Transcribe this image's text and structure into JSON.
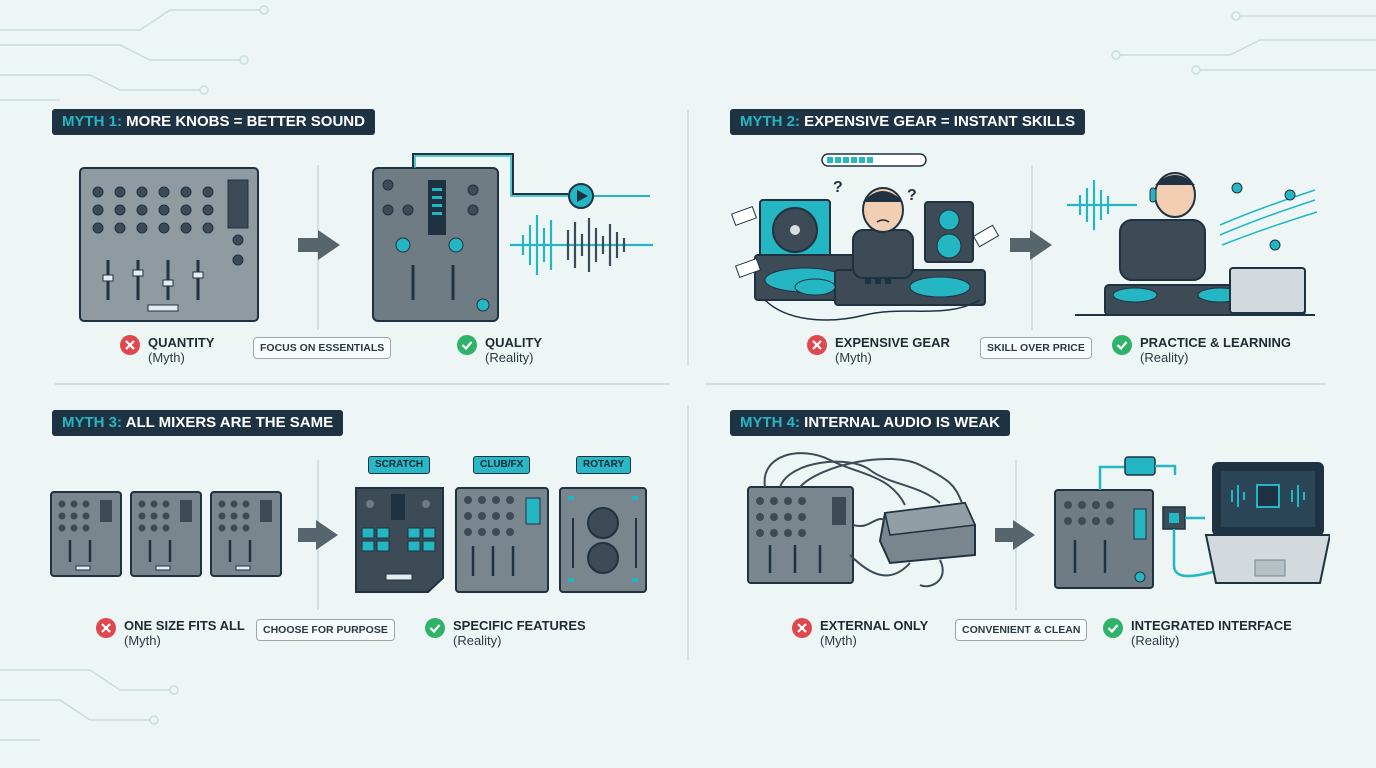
{
  "colors": {
    "navy": "#1f3242",
    "teal": "#25b6c4",
    "myth_red": "#e0484f",
    "reality_green": "#2fb36a",
    "background": "#eef6f5"
  },
  "panels": [
    {
      "number": "MYTH 1:",
      "title": "MORE KNOBS = BETTER SOUND",
      "myth_label": "QUANTITY",
      "myth_sub": "(Myth)",
      "pill": "FOCUS ON ESSENTIALS",
      "reality_label": "QUALITY",
      "reality_sub": "(Reality)"
    },
    {
      "number": "MYTH 2:",
      "title": "EXPENSIVE GEAR = INSTANT SKILLS",
      "myth_label": "EXPENSIVE GEAR",
      "myth_sub": "(Myth)",
      "pill": "SKILL OVER PRICE",
      "reality_label": "PRACTICE & LEARNING",
      "reality_sub": "(Reality)"
    },
    {
      "number": "MYTH 3:",
      "title": "ALL MIXERS ARE THE SAME",
      "myth_label": "ONE SIZE FITS ALL",
      "myth_sub": "(Myth)",
      "pill": "CHOOSE FOR PURPOSE",
      "reality_label": "SPECIFIC FEATURES",
      "reality_sub": "(Reality)",
      "tags": [
        "SCRATCH",
        "CLUB/FX",
        "ROTARY"
      ]
    },
    {
      "number": "MYTH 4:",
      "title": "INTERNAL AUDIO IS WEAK",
      "myth_label": "EXTERNAL ONLY",
      "myth_sub": "(Myth)",
      "pill": "CONVENIENT & CLEAN",
      "reality_label": "INTEGRATED INTERFACE",
      "reality_sub": "(Reality)"
    }
  ],
  "icons": {
    "myth": "x-circle-icon",
    "reality": "check-circle-icon",
    "arrow": "arrow-right-icon"
  }
}
